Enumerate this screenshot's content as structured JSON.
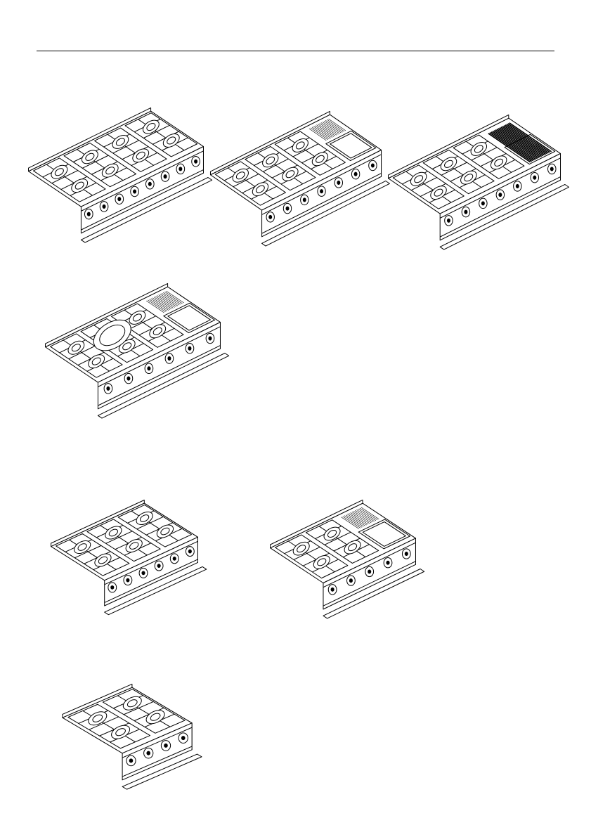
{
  "figures": [
    {
      "id": "rangetop-8-burner",
      "burners": 8,
      "griddle": false,
      "grill": false,
      "charbroiler": false,
      "wok_ring": false
    },
    {
      "id": "rangetop-6-burner-griddle",
      "burners": 6,
      "griddle": true,
      "grill": false,
      "charbroiler": false,
      "wok_ring": false
    },
    {
      "id": "rangetop-6-burner-grill",
      "burners": 6,
      "griddle": false,
      "grill": true,
      "charbroiler": false,
      "wok_ring": false
    },
    {
      "id": "rangetop-wok-griddle",
      "burners": 5,
      "griddle": true,
      "grill": false,
      "charbroiler": false,
      "wok_ring": true
    },
    {
      "id": "rangetop-6-burner-36",
      "burners": 6,
      "griddle": false,
      "grill": false,
      "charbroiler": false,
      "wok_ring": false
    },
    {
      "id": "rangetop-4-burner-griddle-36",
      "burners": 4,
      "griddle": true,
      "grill": false,
      "charbroiler": false,
      "wok_ring": false
    },
    {
      "id": "rangetop-4-burner-30",
      "burners": 4,
      "griddle": false,
      "grill": false,
      "charbroiler": false,
      "wok_ring": false
    }
  ],
  "icons": {
    "line_color": "#000000",
    "fill_color": "#ffffff"
  }
}
